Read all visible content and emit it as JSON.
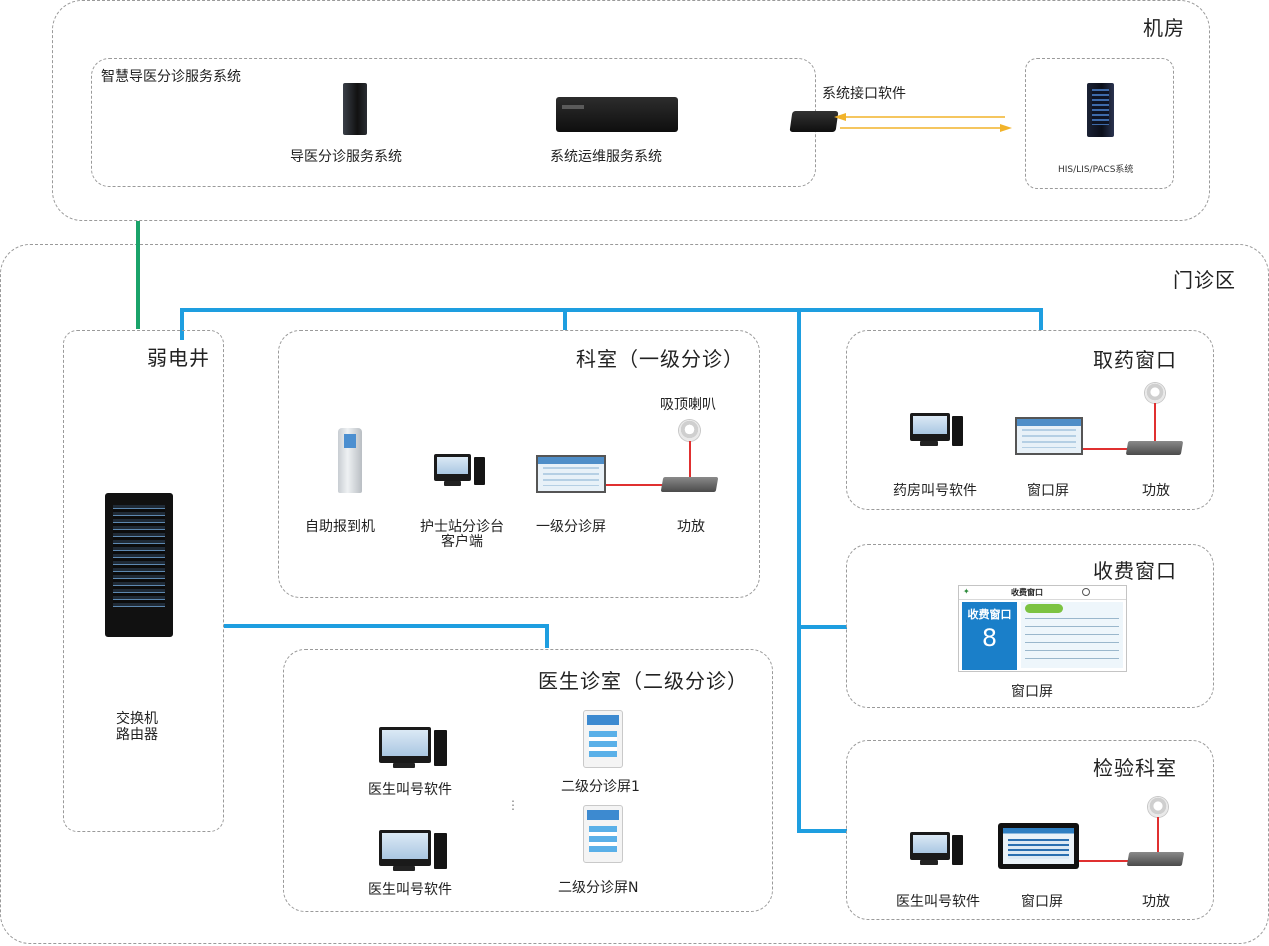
{
  "zones": {
    "server_room": "机房",
    "outpatient": "门诊区"
  },
  "server_room": {
    "system_box_title": "智慧导医分诊服务系统",
    "triage_server": "导医分诊服务系统",
    "ops_server": "系统运维服务系统",
    "interface_software": "系统接口软件",
    "his_system": "HIS/LIS/PACS系统"
  },
  "weak_current_well": {
    "title": "弱电井",
    "switch_label_line1": "交换机",
    "switch_label_line2": "路由器"
  },
  "department": {
    "title": "科室（一级分诊）",
    "ceiling_speaker": "吸顶喇叭",
    "kiosk": "自助报到机",
    "nurse_client_line1": "护士站分诊台",
    "nurse_client_line2": "客户端",
    "primary_screen": "一级分诊屏",
    "amplifier": "功放"
  },
  "doctor_room": {
    "title": "医生诊室（二级分诊）",
    "call_software_1": "医生叫号软件",
    "secondary_screen_1": "二级分诊屏1",
    "ellipsis": "⋮",
    "call_software_n": "医生叫号软件",
    "secondary_screen_n": "二级分诊屏N"
  },
  "pharmacy": {
    "title": "取药窗口",
    "call_software": "药房叫号软件",
    "window_screen": "窗口屏",
    "amplifier": "功放"
  },
  "cashier": {
    "title": "收费窗口",
    "window_screen": "窗口屏",
    "screen_content": {
      "logo": "",
      "header": "收费窗口",
      "window_label": "收费窗口",
      "window_number": "8"
    }
  },
  "lab": {
    "title": "检验科室",
    "call_software": "医生叫号软件",
    "window_screen": "窗口屏",
    "amplifier": "功放"
  },
  "colors": {
    "network_line": "#1e9ee0",
    "uplink_line": "#1aa36a",
    "audio_line": "#e03030",
    "interface_arrow": "#f2b32a",
    "dashed_border": "#9a9a9a"
  }
}
